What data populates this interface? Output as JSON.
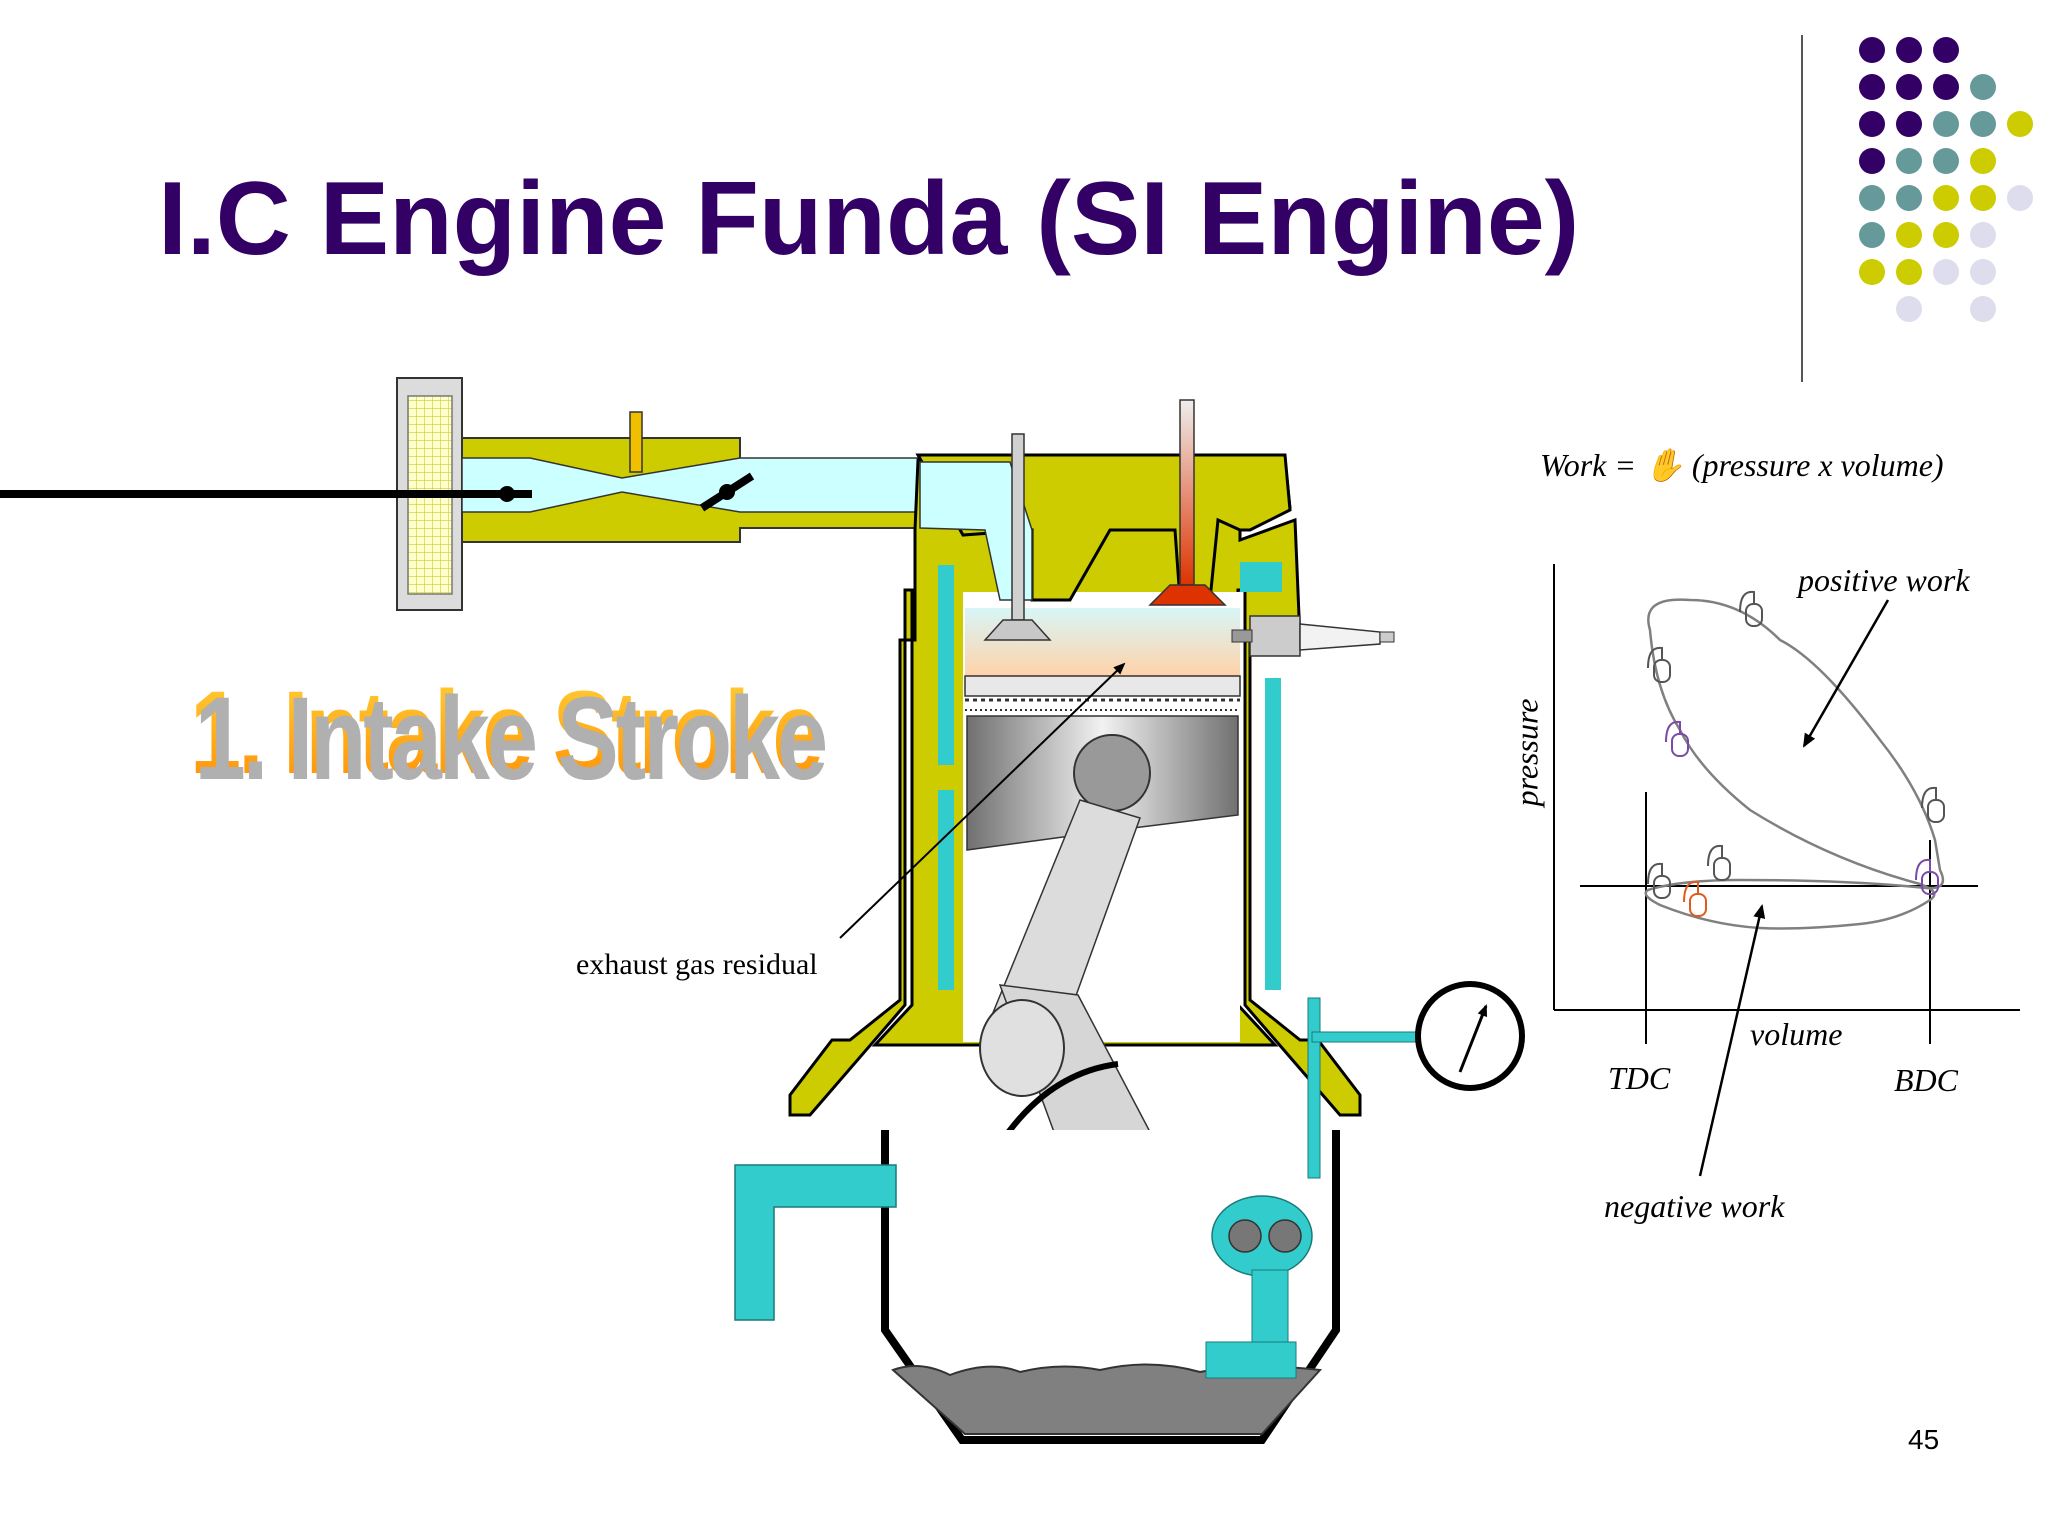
{
  "slide": {
    "title": "I.C Engine Funda (SI Engine)",
    "slide_number": "45",
    "stroke_label": "1.  Intake Stroke"
  },
  "engine": {
    "exhaust_label": "exhaust gas residual"
  },
  "pv_diagram": {
    "formula": "Work = ✋ (pressure x volume)",
    "y_axis_label": "pressure",
    "x_axis_label": "volume",
    "tdc_label": "TDC",
    "bdc_label": "BDC",
    "positive_work_label": "positive work",
    "negative_work_label": "negative work"
  },
  "colors": {
    "title": "#330066",
    "engine_block": "#cccc00",
    "coolant": "#33cccc",
    "intake_air": "#ccffff",
    "dot_purple": "#330066",
    "dot_teal": "#669999",
    "dot_olive": "#cccc00",
    "dot_lavender": "#ddddee"
  },
  "icons": [
    "throttle-valve-icon",
    "gauge-icon",
    "oil-pump-icon",
    "mouse-cursor-icon",
    "rotation-arrow-icon"
  ]
}
